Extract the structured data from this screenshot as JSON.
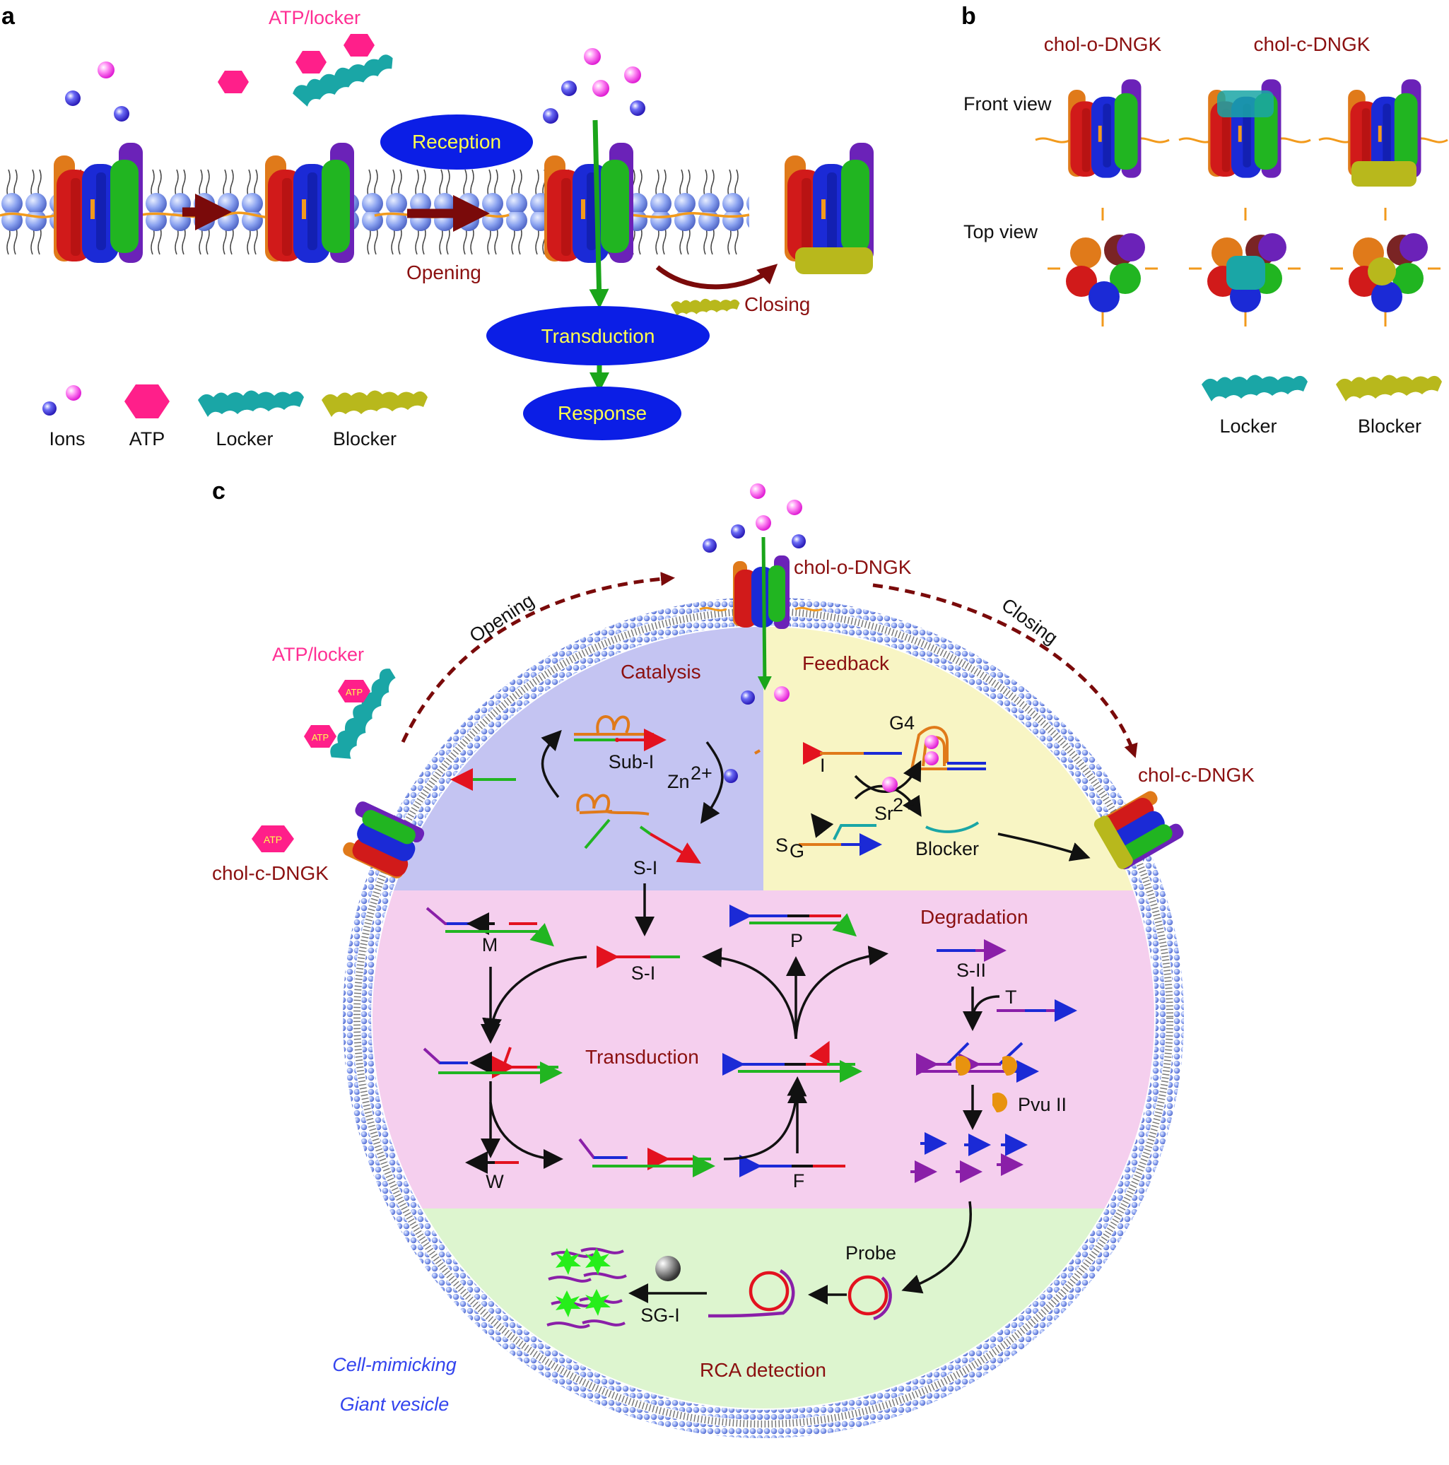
{
  "panels": {
    "a": "a",
    "b": "b",
    "c": "c"
  },
  "colors": {
    "membrane_head": "#8aa2f0",
    "channel_red": "#d11a1a",
    "channel_blue": "#1b2ad6",
    "channel_green": "#21b521",
    "channel_orange": "#e07a1a",
    "channel_purple": "#6b22b8",
    "locker": "#1aa6a6",
    "blocker": "#b8b81c",
    "atp": "#ff1f8a",
    "ion_pink": "#ff66ee",
    "ion_blue": "#4433dd",
    "ellipse": "#0b1ee6",
    "arrow_dark_red": "#7a0a0a",
    "arrow_green": "#1aa51a",
    "zone_catalysis": "#c4c4f2",
    "zone_feedback": "#f8f5c4",
    "zone_transduction": "#f5cfee",
    "zone_rca": "#ddf5cf"
  },
  "panel_a": {
    "atp_locker": "ATP/locker",
    "reception": "Reception",
    "opening": "Opening",
    "closing": "Closing",
    "transduction": "Transduction",
    "response": "Response",
    "legend": {
      "ions": "Ions",
      "atp": "ATP",
      "locker": "Locker",
      "blocker": "Blocker"
    }
  },
  "panel_b": {
    "open_name": "chol-o-DNGK",
    "closed_name": "chol-c-DNGK",
    "front_view": "Front view",
    "top_view": "Top view",
    "locker": "Locker",
    "blocker": "Blocker"
  },
  "panel_c": {
    "open_name": "chol-o-DNGK",
    "closed_name_left": "chol-c-DNGK",
    "closed_name_right": "chol-c-DNGK",
    "atp_locker": "ATP/locker",
    "atp": "ATP",
    "opening": "Opening",
    "closing": "Closing",
    "catalysis": "Catalysis",
    "feedback": "Feedback",
    "degradation": "Degradation",
    "transduction": "Transduction",
    "rca_detection": "RCA detection",
    "sub_i": "Sub-I",
    "zn": "Zn",
    "zn_sup": "2+",
    "s_i_top": "S-I",
    "s_i_mid": "S-I",
    "g4": "G4",
    "i_label": "I",
    "sr": "Sr",
    "sr_sup": "2+",
    "s_g": "S",
    "s_g_sub": "G",
    "blocker": "Blocker",
    "m": "M",
    "p": "P",
    "w": "W",
    "f": "F",
    "s_ii": "S-II",
    "t": "T",
    "pvu": "Pvu II",
    "probe": "Probe",
    "sg_i": "SG-I",
    "vesicle_line1": "Cell-mimicking",
    "vesicle_line2": "Giant vesicle"
  }
}
